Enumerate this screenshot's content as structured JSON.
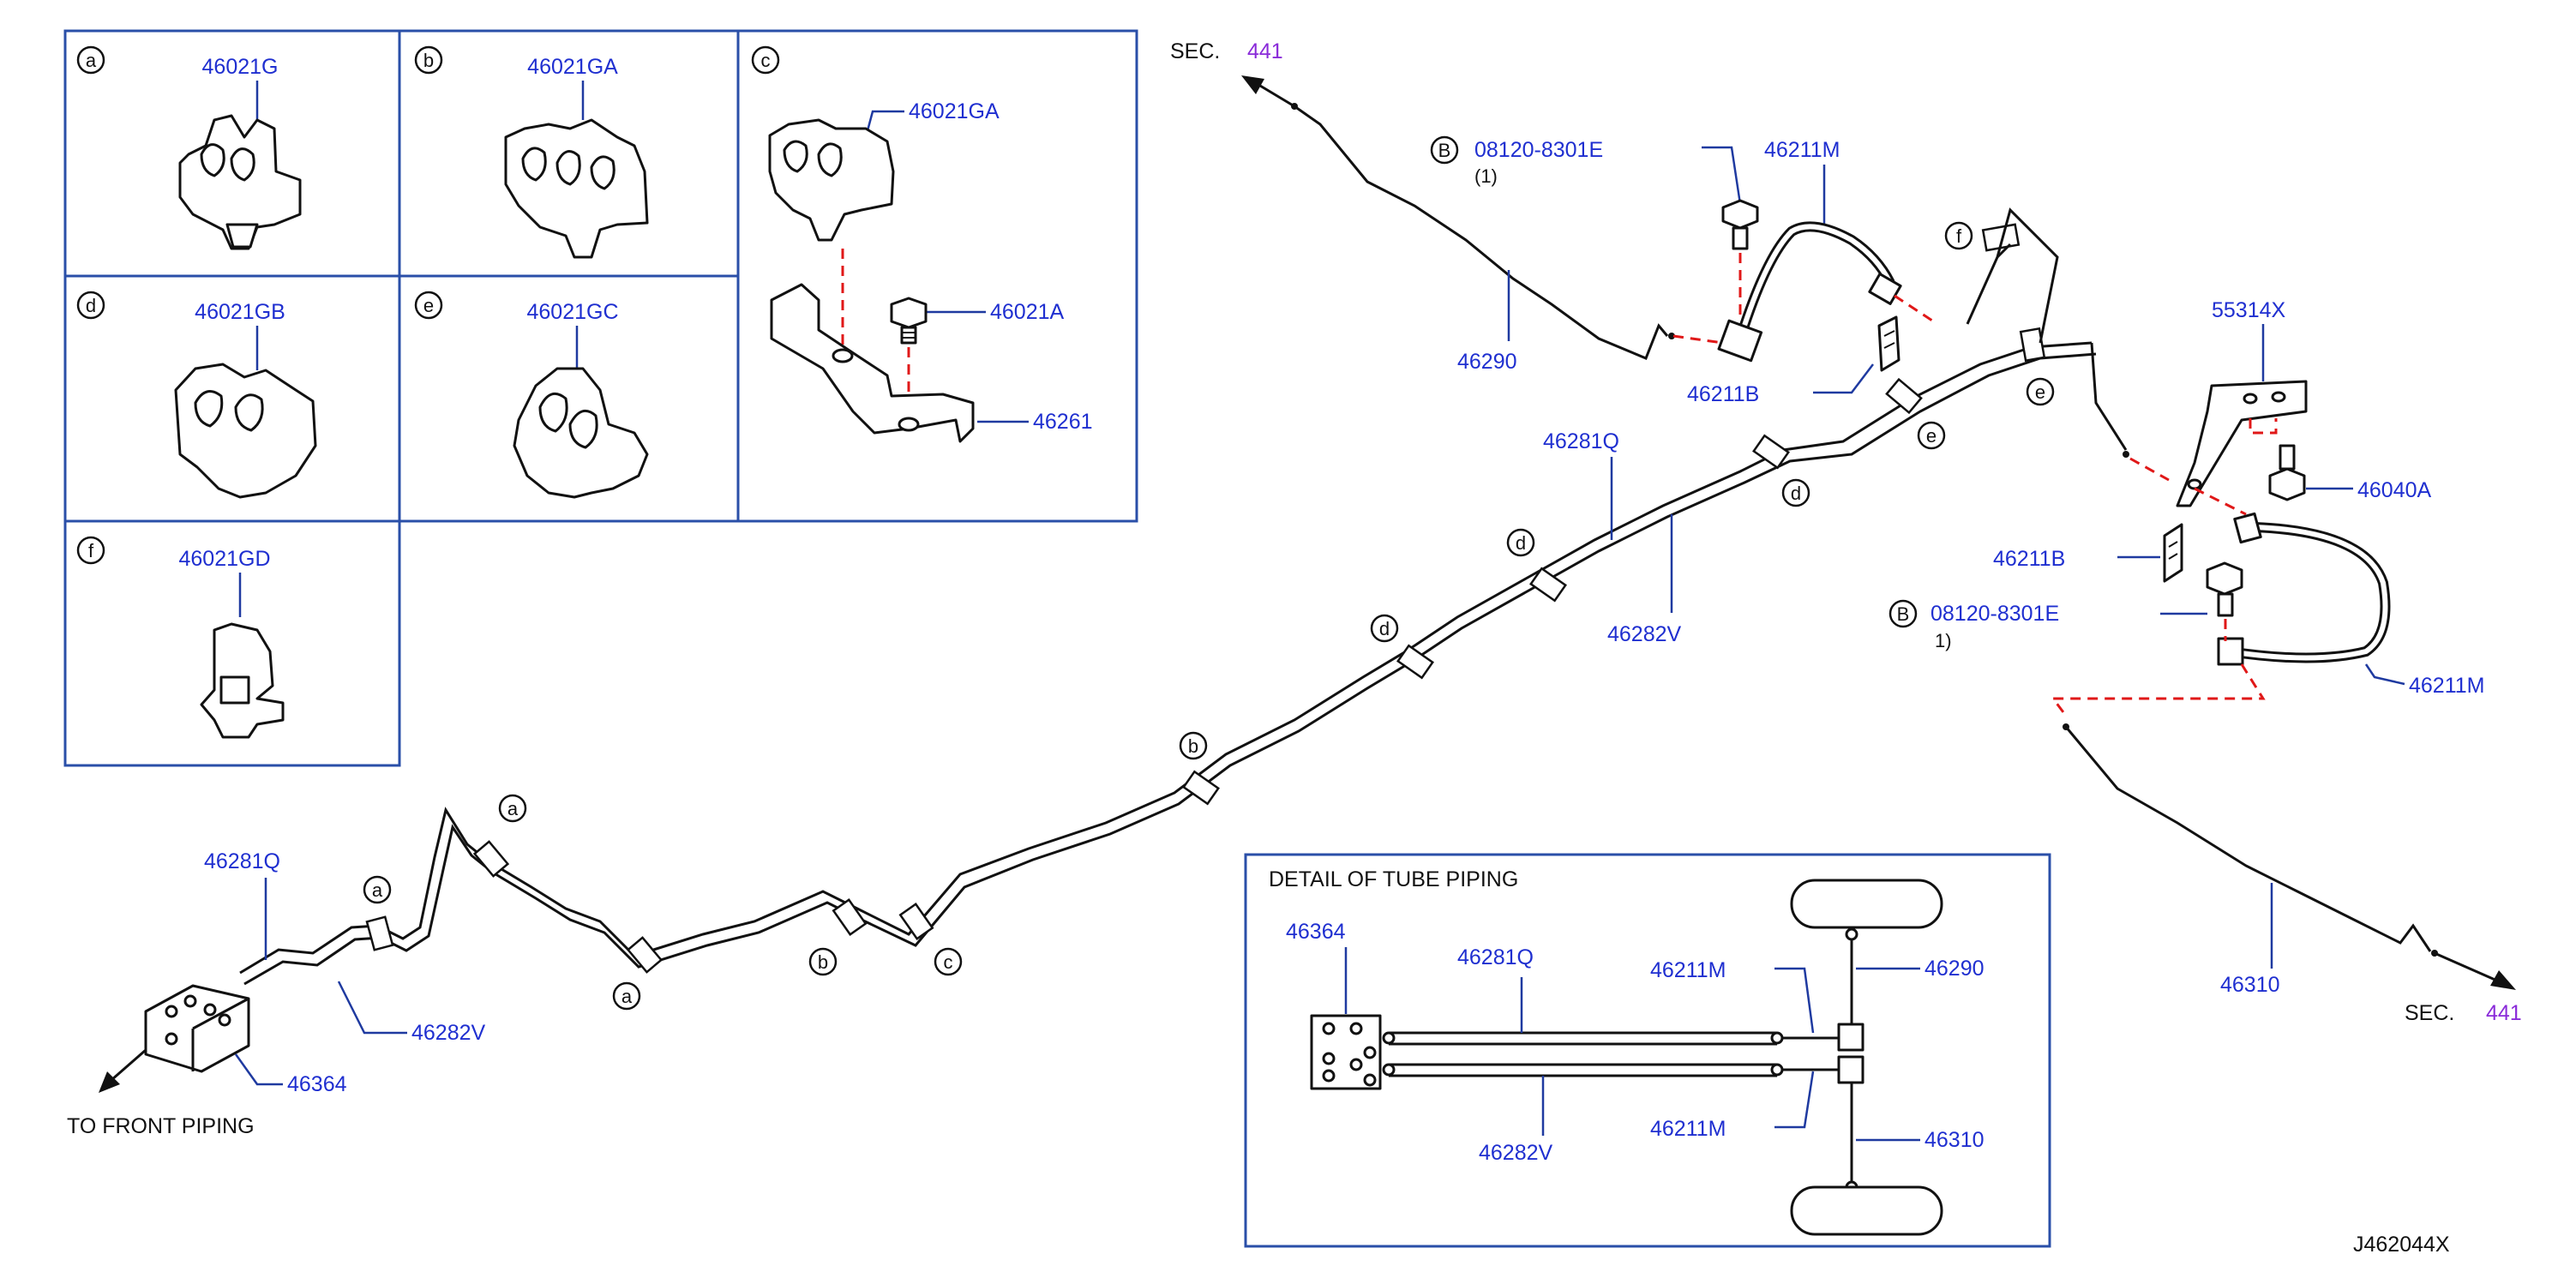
{
  "callouts": {
    "a": "a",
    "b": "b",
    "c": "c",
    "d": "d",
    "e": "e",
    "f": "f",
    "B": "B"
  },
  "inset": {
    "a_part": "46021G",
    "b_part": "46021GA",
    "c_part_clip": "46021GA",
    "c_part_bolt": "46021A",
    "c_part_bracket": "46261",
    "d_part": "46021GB",
    "e_part": "46021GC",
    "f_part": "46021GD"
  },
  "main": {
    "sec_top": "SEC.",
    "sec_top_num": "441",
    "bolt_top_part": "08120-8301E",
    "bolt_top_qty": "(1)",
    "hose_left": "46211M",
    "hose_left_clip": "46211B",
    "tube_46290": "46290",
    "tube_46281Q_upper": "46281Q",
    "tube_46282V_upper": "46282V",
    "bracket_55314X": "55314X",
    "bolt_46040A": "46040A",
    "clip_46211B_right": "46211B",
    "bolt_right_part": "08120-8301E",
    "bolt_right_qty": "1)",
    "hose_right": "46211M",
    "tube_46310": "46310",
    "sec_bottom": "SEC.",
    "sec_bottom_num": "441",
    "tube_46281Q_lower": "46281Q",
    "tube_46282V_lower": "46282V",
    "junction_46364": "46364",
    "to_front": "TO   FRONT   PIPING",
    "diagram_code": "J462044X"
  },
  "detail": {
    "title": "DETAIL   OF   TUBE   PIPING",
    "junction": "46364",
    "tube_upper": "46281Q",
    "tube_lower": "46282V",
    "hose_upper": "46211M",
    "hose_lower": "46211M",
    "right_upper": "46290",
    "right_lower": "46310"
  },
  "colors": {
    "part_number": "#1f2fd0",
    "section_number": "#8a2bd9",
    "frame": "#2a4fa8",
    "mating_line": "#e01818"
  }
}
